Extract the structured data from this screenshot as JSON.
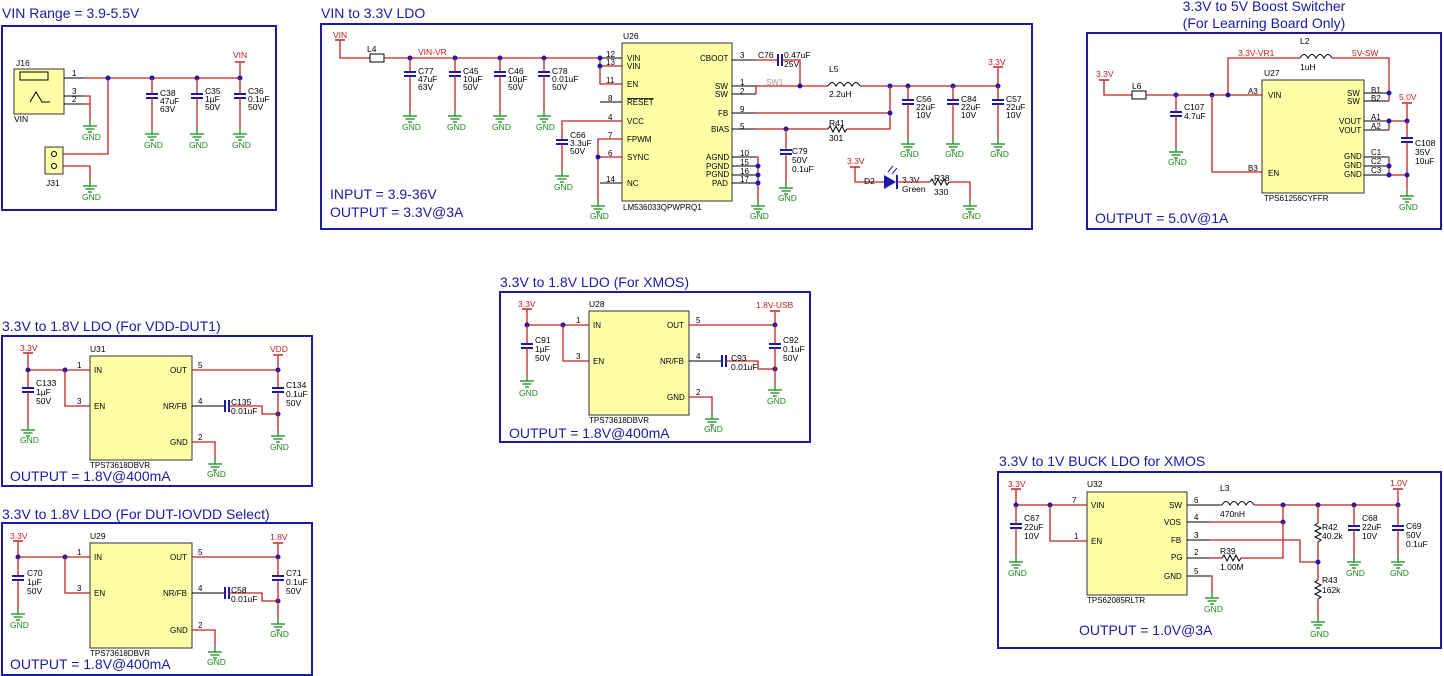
{
  "vin_block": {
    "title": "VIN Range = 3.9-5.5V",
    "j16": "J16",
    "vin_label": "VIN",
    "j31": "J31",
    "pins": [
      "1",
      "3",
      "2"
    ],
    "net_vin": "VIN",
    "c38": {
      "ref": "C38",
      "v1": "47uF",
      "v2": "63V"
    },
    "c35": {
      "ref": "C35",
      "v1": "1µF",
      "v2": "50V"
    },
    "c36": {
      "ref": "C36",
      "v1": "0.1uF",
      "v2": "50V"
    },
    "gnd": "GND"
  },
  "ldo33": {
    "title": "VIN to 3.3V LDO",
    "net_vin": "VIN",
    "l4": "L4",
    "net_vinvr": "VIN-VR",
    "u26": "U26",
    "part": "LM536033QPWPRQ1",
    "c77": {
      "ref": "C77",
      "v1": "47uF",
      "v2": "63V"
    },
    "c45": {
      "ref": "C45",
      "v1": "10µF",
      "v2": "50V"
    },
    "c46": {
      "ref": "C46",
      "v1": "10µF",
      "v2": "50V"
    },
    "c78": {
      "ref": "C78",
      "v1": "0.01uF",
      "v2": "50V"
    },
    "c66": {
      "ref": "C66",
      "v1": "3.3uF",
      "v2": "50V"
    },
    "c76": {
      "ref": "C76",
      "v1": "0.47uF",
      "v2": "25V"
    },
    "l5": {
      "ref": "L5",
      "v1": "2.2uH"
    },
    "sw1": "SW1",
    "c56": {
      "ref": "C56",
      "v1": "22uF",
      "v2": "10V"
    },
    "c84": {
      "ref": "C84",
      "v1": "22uF",
      "v2": "10V"
    },
    "c57": {
      "ref": "C57",
      "v1": "22uF",
      "v2": "10V"
    },
    "r41": {
      "ref": "R41",
      "v1": "301"
    },
    "c79": {
      "ref": "C79",
      "v1": "50V",
      "v2": "0.1uF"
    },
    "d2": {
      "ref": "D2",
      "v1": "3.3V",
      "v2": "Green"
    },
    "r38": {
      "ref": "R38",
      "v1": "330"
    },
    "net_33": "3.3V",
    "left_pins": [
      {
        "num": "12",
        "name": "VIN"
      },
      {
        "num": "13",
        "name": "VIN"
      },
      {
        "num": "11",
        "name": "EN"
      },
      {
        "num": "8",
        "name": "RESET"
      },
      {
        "num": "4",
        "name": "VCC"
      },
      {
        "num": "7",
        "name": "FPWM"
      },
      {
        "num": "6",
        "name": "SYNC"
      },
      {
        "num": "14",
        "name": "NC"
      }
    ],
    "right_pins": [
      {
        "num": "3",
        "name": "CBOOT"
      },
      {
        "num": "1",
        "name": "SW"
      },
      {
        "num": "2",
        "name": "SW"
      },
      {
        "num": "9",
        "name": "FB"
      },
      {
        "num": "5",
        "name": "BIAS"
      },
      {
        "num": "10",
        "name": "AGND"
      },
      {
        "num": "15",
        "name": "PGND"
      },
      {
        "num": "16",
        "name": "PGND"
      },
      {
        "num": "17",
        "name": "PAD"
      }
    ],
    "note1": "INPUT = 3.9-36V",
    "note2": "OUTPUT = 3.3V@3A",
    "gnd": "GND"
  },
  "boost": {
    "title1": "3.3V to 5V Boost Switcher",
    "title2": "(For Learning Board Only)",
    "net_33": "3.3V",
    "l6": "L6",
    "net_33vr1": "3.3V-VR1",
    "l2": {
      "ref": "L2",
      "v1": "1uH"
    },
    "net_5vsw": "5V-SW",
    "u27": "U27",
    "part": "TPS61256CYFFR",
    "c107": {
      "ref": "C107",
      "v1": "4.7uF"
    },
    "c108": {
      "ref": "C108",
      "v1": "35V",
      "v2": "10uF"
    },
    "net_50": "5.0V",
    "left_pins": [
      {
        "num": "A3",
        "name": "VIN"
      },
      {
        "num": "B3",
        "name": "EN"
      }
    ],
    "right_pins": [
      {
        "num": "B1",
        "name": "SW"
      },
      {
        "num": "B2",
        "name": "SW"
      },
      {
        "num": "A1",
        "name": "VOUT"
      },
      {
        "num": "A2",
        "name": "VOUT"
      },
      {
        "num": "C1",
        "name": "GND"
      },
      {
        "num": "C2",
        "name": "GND"
      },
      {
        "num": "C3",
        "name": "GND"
      }
    ],
    "note": "OUTPUT = 5.0V@1A",
    "gnd": "GND"
  },
  "ldo_dut1": {
    "title": "3.3V to 1.8V LDO (For VDD-DUT1)",
    "net_in": "3.3V",
    "net_out": "VDD",
    "u": "U31",
    "part": "TPS73618DBVR",
    "cin": {
      "ref": "C133",
      "v1": "1µF",
      "v2": "50V"
    },
    "cnr": {
      "ref": "C135",
      "v1": "0.01uF"
    },
    "cout": {
      "ref": "C134",
      "v1": "0.1uF",
      "v2": "50V"
    },
    "note": "OUTPUT = 1.8V@400mA",
    "gnd": "GND"
  },
  "ldo_iovdd": {
    "title": "3.3V to 1.8V LDO (For DUT-IOVDD Select)",
    "net_in": "3.3V",
    "net_out": "1.8V",
    "u": "U29",
    "part": "TPS73618DBVR",
    "cin": {
      "ref": "C70",
      "v1": "1µF",
      "v2": "50V"
    },
    "cnr": {
      "ref": "C58",
      "v1": "0.01uF"
    },
    "cout": {
      "ref": "C71",
      "v1": "0.1uF",
      "v2": "50V"
    },
    "note": "OUTPUT = 1.8V@400mA",
    "gnd": "GND"
  },
  "ldo_xmos": {
    "title": "3.3V to 1.8V LDO (For XMOS)",
    "net_in": "3.3V",
    "net_out": "1.8V-USB",
    "u": "U28",
    "part": "TPS73618DBVR",
    "cin": {
      "ref": "C91",
      "v1": "1µF",
      "v2": "50V"
    },
    "cnr": {
      "ref": "C93",
      "v1": "0.01uF"
    },
    "cout": {
      "ref": "C92",
      "v1": "0.1uF",
      "v2": "50V"
    },
    "note": "OUTPUT = 1.8V@400mA",
    "gnd": "GND"
  },
  "ldo_pins": [
    {
      "num": "1",
      "name": "IN"
    },
    {
      "num": "3",
      "name": "EN"
    },
    {
      "num": "5",
      "name": "OUT"
    },
    {
      "num": "4",
      "name": "NR/FB"
    },
    {
      "num": "2",
      "name": "GND"
    }
  ],
  "buck": {
    "title": "3.3V to 1V BUCK LDO for XMOS",
    "net_in": "3.3V",
    "net_out": "1.0V",
    "u": "U32",
    "part": "TPS62085RLTR",
    "l3": {
      "ref": "L3",
      "v1": "470nH"
    },
    "c67": {
      "ref": "C67",
      "v1": "22uF",
      "v2": "10V"
    },
    "r42": {
      "ref": "R42",
      "v1": "40.2k"
    },
    "c68": {
      "ref": "C68",
      "v1": "22uF",
      "v2": "10V"
    },
    "c69": {
      "ref": "C69",
      "v1": "50V",
      "v2": "0.1uF"
    },
    "r39": {
      "ref": "R39",
      "v1": "1.00M"
    },
    "r43": {
      "ref": "R43",
      "v1": "162k"
    },
    "left_pins": [
      {
        "num": "7",
        "name": "VIN"
      },
      {
        "num": "1",
        "name": "EN"
      }
    ],
    "right_pins": [
      {
        "num": "6",
        "name": "SW"
      },
      {
        "num": "4",
        "name": "VOS"
      },
      {
        "num": "3",
        "name": "FB"
      },
      {
        "num": "2",
        "name": "PG"
      },
      {
        "num": "5",
        "name": "GND"
      }
    ],
    "note": "OUTPUT = 1.0V@3A",
    "gnd": "GND"
  }
}
